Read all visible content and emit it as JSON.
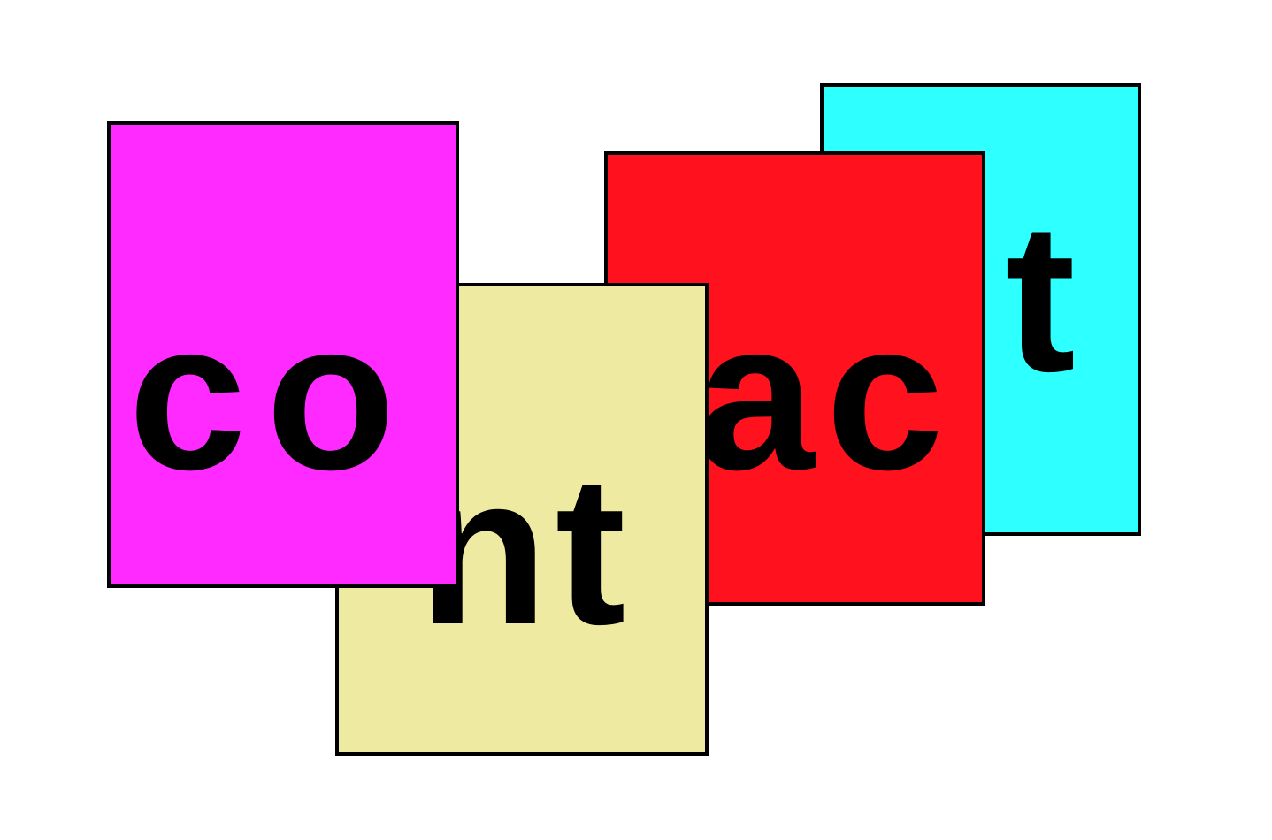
{
  "cards": {
    "cyan": {
      "text": "t",
      "color": "#2effff"
    },
    "red": {
      "text": "ac",
      "color": "#ff111e"
    },
    "yellow": {
      "text": "nt",
      "color": "#eeeaa2"
    },
    "magenta": {
      "text": "co",
      "color": "#ff2aff"
    }
  },
  "border_color": "#000000"
}
